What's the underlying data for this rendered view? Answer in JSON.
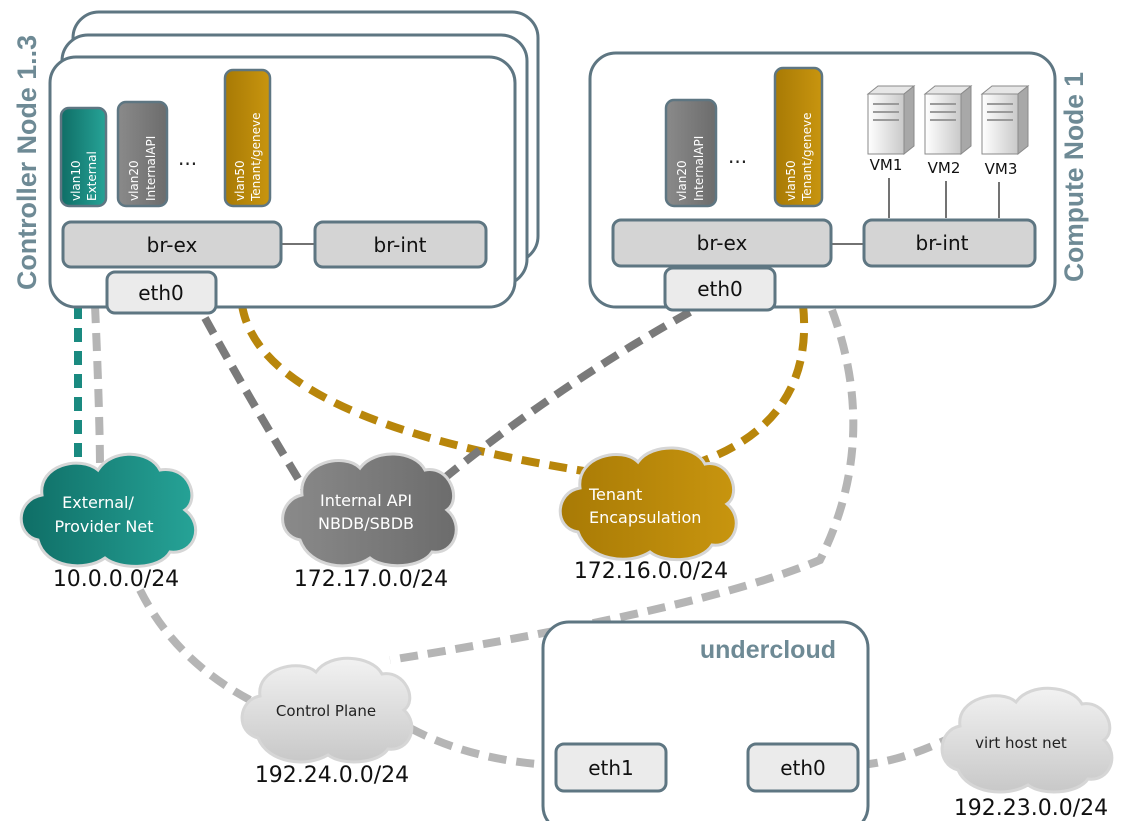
{
  "controller": {
    "title": "Controller Node 1..3",
    "vlans": [
      {
        "name": "vlan10",
        "role": "External"
      },
      {
        "name": "vlan20",
        "role": "InternalAPI"
      },
      {
        "name": "vlan50",
        "role": "Tenant/geneve"
      }
    ],
    "ellipsis": "...",
    "bridge_ex": "br-ex",
    "bridge_int": "br-int",
    "nic": "eth0"
  },
  "compute": {
    "title": "Compute Node 1",
    "vlans": [
      {
        "name": "vlan20",
        "role": "InternalAPI"
      },
      {
        "name": "vlan50",
        "role": "Tenant/geneve"
      }
    ],
    "ellipsis": "...",
    "bridge_ex": "br-ex",
    "bridge_int": "br-int",
    "nic": "eth0",
    "vms": [
      "VM1",
      "VM2",
      "VM3"
    ]
  },
  "networks": {
    "external": {
      "line1": "External/",
      "line2": "Provider Net",
      "cidr": "10.0.0.0/24"
    },
    "internal_api": {
      "line1": "Internal API",
      "line2": "NBDB/SBDB",
      "cidr": "172.17.0.0/24"
    },
    "tenant": {
      "line1": "Tenant",
      "line2": "Encapsulation",
      "cidr": "172.16.0.0/24"
    },
    "control_plane": {
      "label": "Control Plane",
      "cidr": "192.24.0.0/24"
    },
    "virt_host": {
      "label": "virt host net",
      "cidr": "192.23.0.0/24"
    }
  },
  "undercloud": {
    "title": "undercloud",
    "nic1": "eth1",
    "nic0": "eth0"
  },
  "colors": {
    "teal": "#1a8a80",
    "gray_vlan": "#6f6f6f",
    "gold": "#b8860b",
    "box_border": "#5e7682",
    "bridge_fill": "#d4d4d4",
    "line_gray": "#b5b5b5",
    "line_dark": "#7a7a7a"
  }
}
